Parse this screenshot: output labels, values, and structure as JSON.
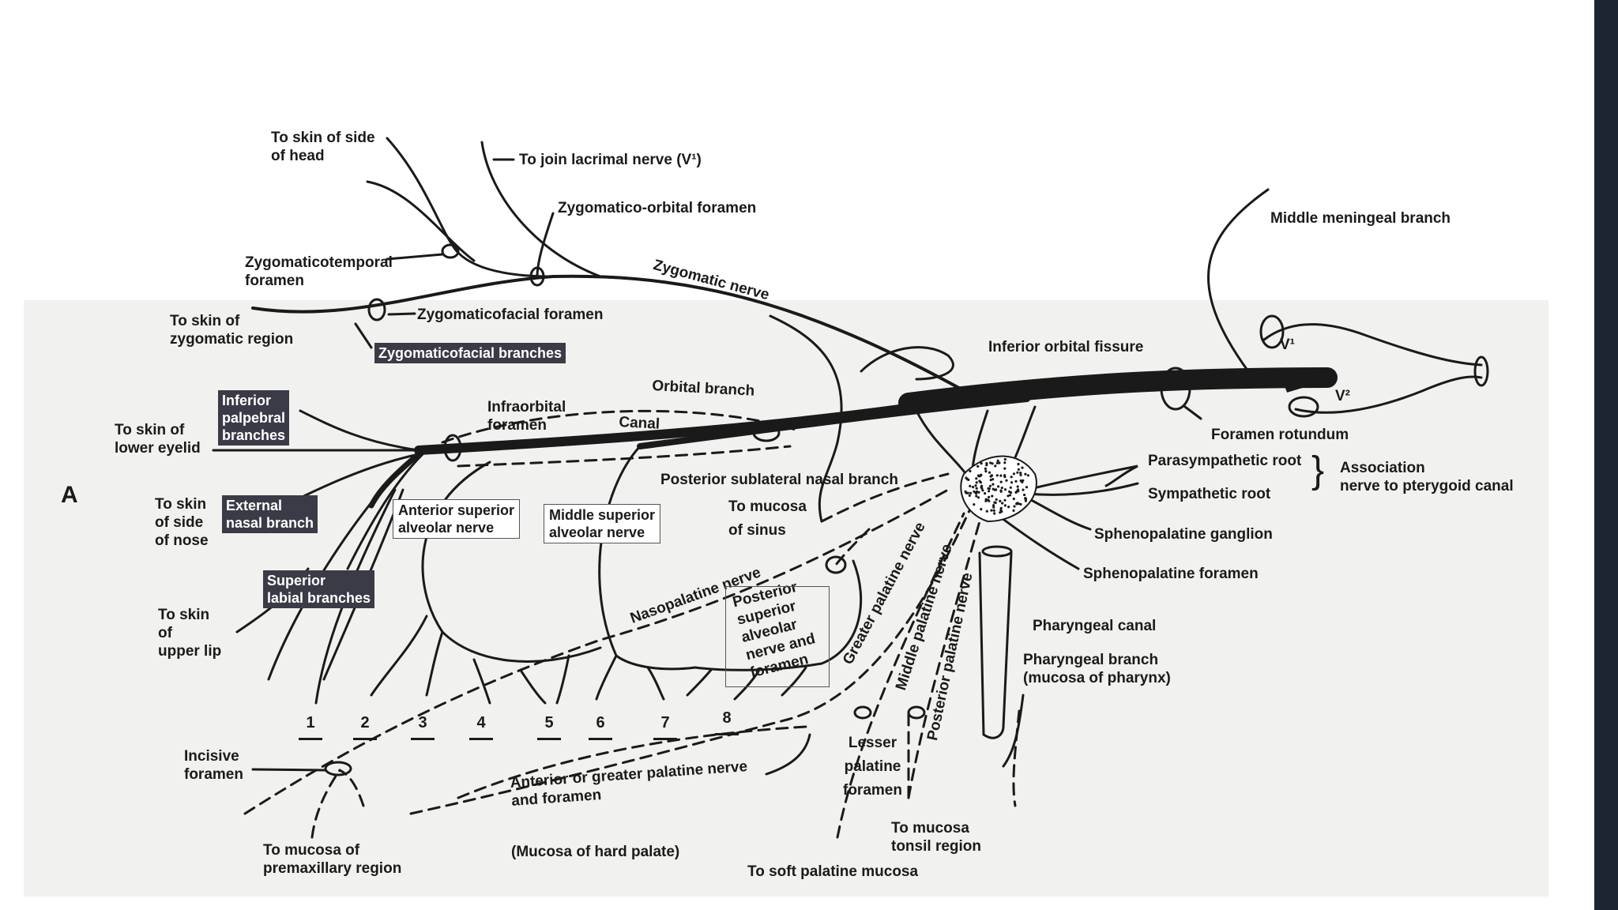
{
  "figure_letter": "A",
  "labels": {
    "skin_side_head": "To skin of side\nof head",
    "join_lacrimal": "To join lacrimal nerve (V¹)",
    "zygomatico_orbital": "Zygomatico-orbital foramen",
    "zygomaticotemporal": "Zygomaticotemporal\nforamen",
    "skin_zygomatic": "To skin of\nzygomatic region",
    "zygomaticofacial_foramen": "Zygomaticofacial foramen",
    "zygomatic_nerve": "Zygomatic nerve",
    "middle_meningeal": "Middle meningeal branch",
    "inferior_orbital_fissure": "Inferior orbital fissure",
    "v1": "V¹",
    "v2": "V²",
    "foramen_rotundum": "Foramen rotundum",
    "orbital_branch": "Orbital branch",
    "infraorbital_foramen": "Infraorbital\nforamen",
    "canal": "Canal",
    "skin_lower_eyelid": "To skin of\nlower eyelid",
    "parasympathetic_root": "Parasympathetic root",
    "sympathetic_root": "Sympathetic root",
    "association": "Association\nnerve to pterygoid canal",
    "posterior_sublateral": "Posterior sublateral nasal branch",
    "mucosa_sinus": "To mucosa\nof sinus",
    "sphenopalatine_ganglion": "Sphenopalatine ganglion",
    "sphenopalatine_foramen": "Sphenopalatine foramen",
    "skin_side_nose": "To skin\nof side\nof nose",
    "skin_upper_lip": "To skin\nof\nupper lip",
    "nasopalatine": "Nasopalatine nerve",
    "greater_palatine": "Greater palatine nerve",
    "middle_palatine": "Middle palatine nerve",
    "posterior_palatine": "Posterior palatine nerve",
    "pharyngeal_canal": "Pharyngeal canal",
    "pharyngeal_branch": "Pharyngeal branch\n(mucosa of pharynx)",
    "incisive_foramen": "Incisive\nforamen",
    "anterior_greater_palatine": "Anterior or greater palatine nerve\nand foramen",
    "lesser_palatine": "Lesser\npalatine\nforamen",
    "mucosa_tonsil": "To mucosa\ntonsil region",
    "mucosa_premaxillary": "To mucosa of\npremaxillary region",
    "mucosa_hard_palate": "(Mucosa of hard palate)",
    "soft_palatine_mucosa": "To soft palatine mucosa"
  },
  "highlighted_labels": {
    "zygomaticofacial_branches": "Zygomaticofacial branches",
    "inferior_palpebral": "Inferior\npalpebral\nbranches",
    "external_nasal": "External\nnasal branch",
    "superior_labial": "Superior\nlabial branches"
  },
  "boxed_labels": {
    "anterior_superior_alveolar": "Anterior superior\nalveolar nerve",
    "middle_superior_alveolar": "Middle superior\nalveolar nerve",
    "posterior_superior_alveolar": "Posterior\nsuperior\nalveolar\nnerve and\nforamen"
  },
  "tooth_positions": [
    "1",
    "2",
    "3",
    "4",
    "5",
    "6",
    "7",
    "8"
  ],
  "colors": {
    "ink": "#1a1a1a",
    "label_box": "#3b3b47",
    "side_bar": "#1c2531"
  }
}
